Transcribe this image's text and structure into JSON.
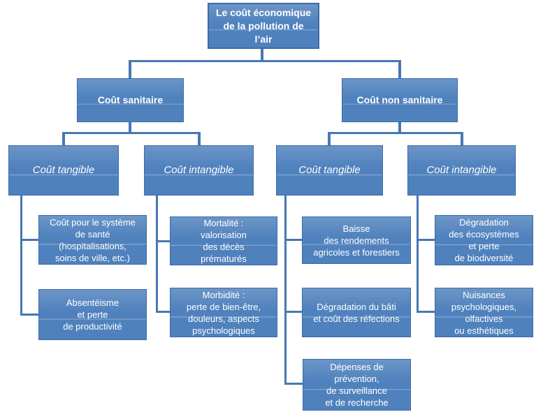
{
  "colors": {
    "box_fill": "#4f81bd",
    "box_border": "#3c6ba9",
    "connector": "#4778b3",
    "text": "#ffffff",
    "page_background": "#ffffff"
  },
  "diagram": {
    "type": "hierarchy",
    "root": {
      "label": "Le coût économique\nde la pollution de\nl’air"
    },
    "branches": [
      {
        "label": "Coût sanitaire",
        "children": [
          {
            "label": "Coût tangible",
            "leaves": [
              "Coût pour le système\nde santé\n(hospitalisations,\nsoins de ville, etc.)",
              "Absentéisme\net perte\nde productivité"
            ]
          },
          {
            "label": "Coût intangible",
            "leaves": [
              "Mortalité :\nvalorisation\ndes décès\nprématurés",
              "Morbidité :\nperte de bien-être,\ndouleurs, aspects\npsychologiques"
            ]
          }
        ]
      },
      {
        "label": "Coût non sanitaire",
        "children": [
          {
            "label": "Coût tangible",
            "leaves": [
              "Baisse\ndes rendements\nagricoles et forestiers",
              "Dégradation du bâti\net coût des réfections",
              "Dépenses de\nprévention,\nde surveillance\net de recherche"
            ]
          },
          {
            "label": "Coût intangible",
            "leaves": [
              "Dégradation\ndes écosystèmes\net perte\nde biodiversité",
              "Nuisances\npsychologiques,\nolfactives\nou esthétiques"
            ]
          }
        ]
      }
    ]
  }
}
